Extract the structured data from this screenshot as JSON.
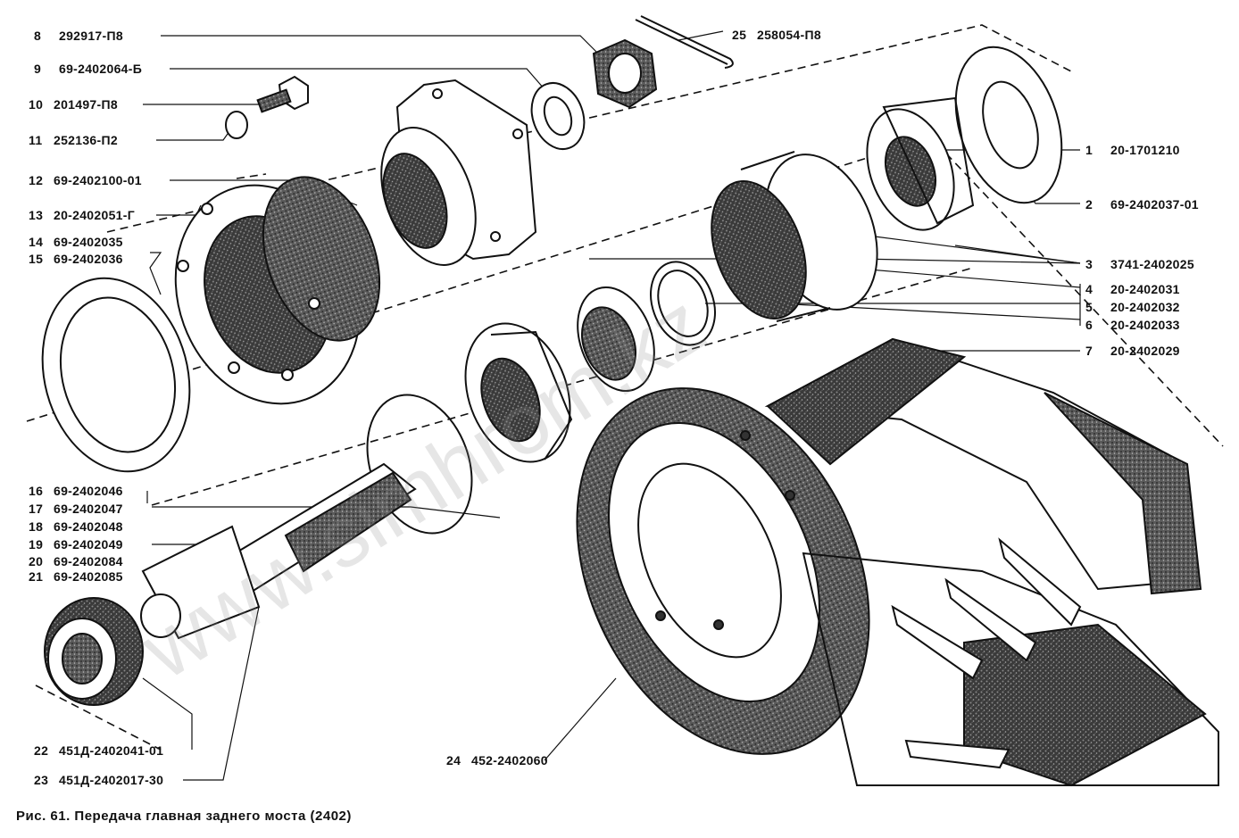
{
  "caption": "Рис. 61. Передача главная заднего моста (2402)",
  "watermark": "www.simhrom.kz",
  "parts_left": [
    {
      "num": "8",
      "code": "292917-П8"
    },
    {
      "num": "9",
      "code": "69-2402064-Б"
    },
    {
      "num": "10",
      "code": "201497-П8"
    },
    {
      "num": "11",
      "code": "252136-П2"
    },
    {
      "num": "12",
      "code": "69-2402100-01"
    },
    {
      "num": "13",
      "code": "20-2402051-Г"
    },
    {
      "num": "14",
      "code": "69-2402035"
    },
    {
      "num": "15",
      "code": "69-2402036"
    },
    {
      "num": "16",
      "code": "69-2402046"
    },
    {
      "num": "17",
      "code": "69-2402047"
    },
    {
      "num": "18",
      "code": "69-2402048"
    },
    {
      "num": "19",
      "code": "69-2402049"
    },
    {
      "num": "20",
      "code": "69-2402084"
    },
    {
      "num": "21",
      "code": "69-2402085"
    },
    {
      "num": "22",
      "code": "451Д-2402041-01"
    },
    {
      "num": "23",
      "code": "451Д-2402017-30"
    }
  ],
  "parts_right": [
    {
      "num": "1",
      "code": "20-1701210"
    },
    {
      "num": "2",
      "code": "69-2402037-01"
    },
    {
      "num": "3",
      "code": "3741-2402025"
    },
    {
      "num": "4",
      "code": "20-2402031"
    },
    {
      "num": "5",
      "code": "20-2402032"
    },
    {
      "num": "6",
      "code": "20-2402033"
    },
    {
      "num": "7",
      "code": "20-2402029"
    }
  ],
  "parts_top": [
    {
      "num": "25",
      "code": "258054-П8"
    }
  ],
  "parts_bottom": [
    {
      "num": "24",
      "code": "452-2402060"
    }
  ]
}
